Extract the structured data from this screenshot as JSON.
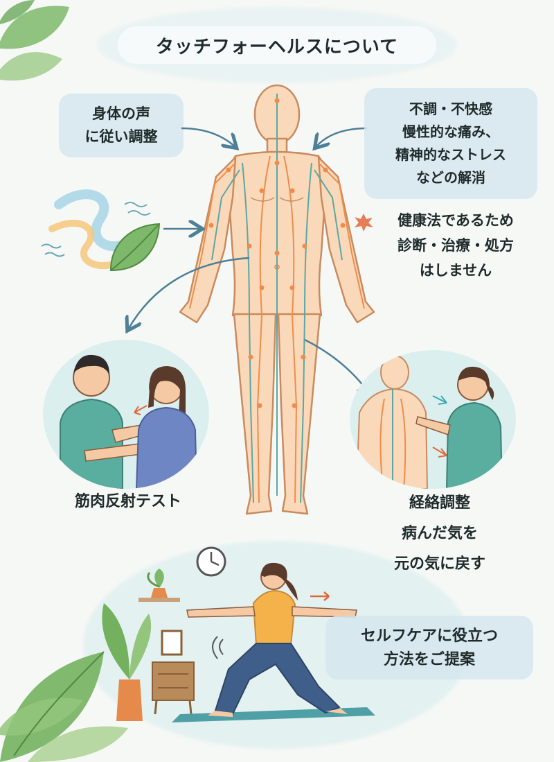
{
  "title": "タッチフォーヘルスについて",
  "labels": {
    "body_voice": [
      "身体の声",
      "に従い調整"
    ],
    "discomfort": [
      "不調・不快感",
      "慢性的な痛み、",
      "精神的なストレス",
      "などの解消"
    ],
    "disclaimer": [
      "健康法であるため",
      "診断・治療・処方",
      "はしません"
    ],
    "muscle_test": "筋肉反射テスト",
    "meridian": [
      "経絡調整",
      "病んだ気を",
      "元の気に戻す"
    ],
    "selfcare": [
      "セルフケアに役立つ",
      "方法をご提案"
    ]
  },
  "colors": {
    "body_fill": "#f9d9b9",
    "body_stroke": "#c98a5e",
    "meridian_orange": "#f08c4a",
    "meridian_teal": "#5aa7a5",
    "arrow": "#4d7f98",
    "bubble": "#d5e8ee",
    "scrub": "#5aaea0",
    "leaf": "#7eb86b"
  },
  "icons": {
    "wind": "wind-swirl-icon",
    "leaf": "leaf-icon",
    "clock": "clock-icon",
    "splash": "splash-icon"
  }
}
